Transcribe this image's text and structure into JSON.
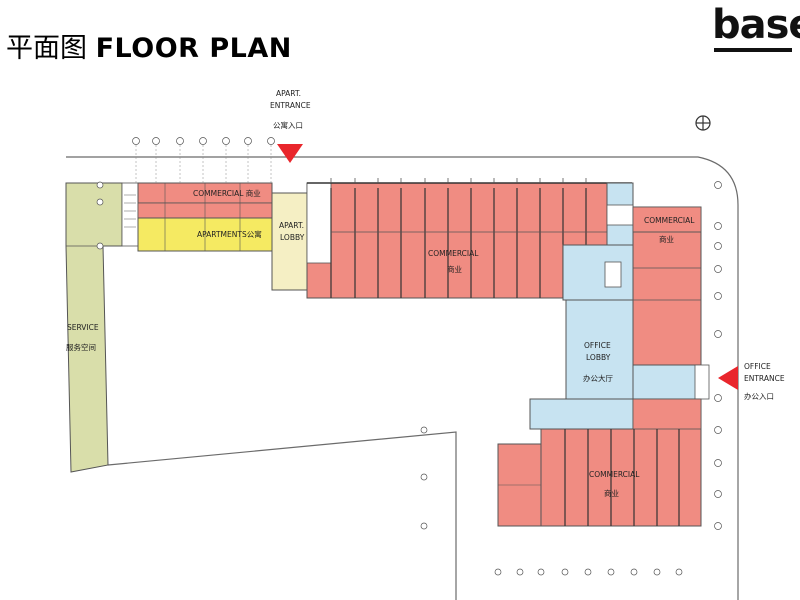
{
  "title": {
    "zh": "平面图",
    "en": "FLOOR PLAN"
  },
  "logo": {
    "text": "base"
  },
  "labels": {
    "apart_entrance_1": "APART.",
    "apart_entrance_2": "ENTRANCE",
    "apart_entrance_zh": "公寓入口",
    "office_entrance_1": "OFFICE",
    "office_entrance_2": "ENTRANCE",
    "office_entrance_zh": "办公入口",
    "commercial_strip": "COMMERCIAL 商业",
    "apartments": "APARTMENTS公寓",
    "apart_lobby_1": "APART.",
    "apart_lobby_2": "LOBBY",
    "commercial_main": "COMMERCIAL",
    "commercial_main_zh": "商业",
    "commercial_right": "COMMERCIAL",
    "commercial_right_zh": "商业",
    "office_lobby_1": "OFFICE",
    "office_lobby_2": "LOBBY",
    "office_lobby_zh": "办公大厅",
    "commercial_bottom": "COMMERCIAL",
    "commercial_bottom_zh": "商业",
    "service": "SERVICE",
    "service_zh": "服务空间"
  },
  "colors": {
    "commercial": "#f08c82",
    "apartments": "#f5ea62",
    "lobby": "#f5efc4",
    "office": "#c7e3f1",
    "service": "#d9deaa",
    "arrow": "#e9262c",
    "line": "#6b6b6b"
  },
  "icons": {
    "north": "north-arrow-icon"
  }
}
